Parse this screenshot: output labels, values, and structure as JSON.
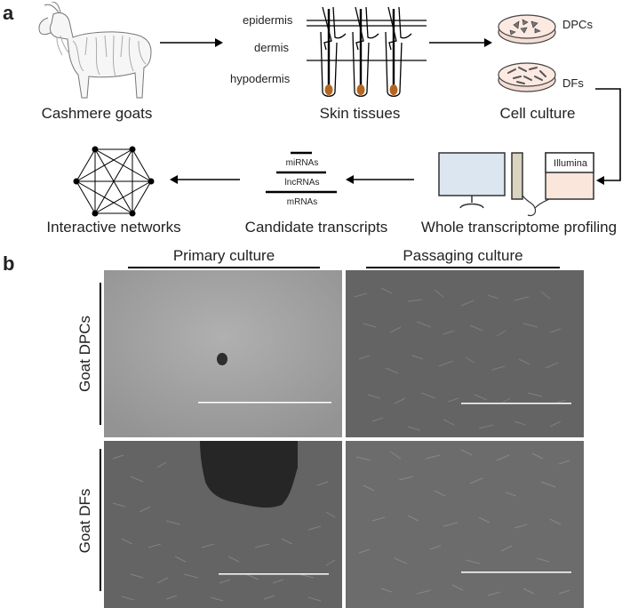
{
  "panel_a": {
    "letter": "a",
    "goat_label": "Cashmere goats",
    "skin_layers": [
      "epidermis",
      "dermis",
      "hypodermis"
    ],
    "skin_label": "Skin tissues",
    "cell_types": [
      "DPCs",
      "DFs"
    ],
    "cell_label": "Cell culture",
    "illumina": "Illumina",
    "profiling_label": "Whole transcriptome profiling",
    "transcripts": [
      "miRNAs",
      "lncRNAs",
      "mRNAs"
    ],
    "candidate_label": "Candidate transcripts",
    "network_label": "Interactive networks"
  },
  "panel_b": {
    "letter": "b",
    "columns": [
      "Primary culture",
      "Passaging culture"
    ],
    "rows": [
      "Goat DPCs",
      "Goat DFs"
    ]
  }
}
